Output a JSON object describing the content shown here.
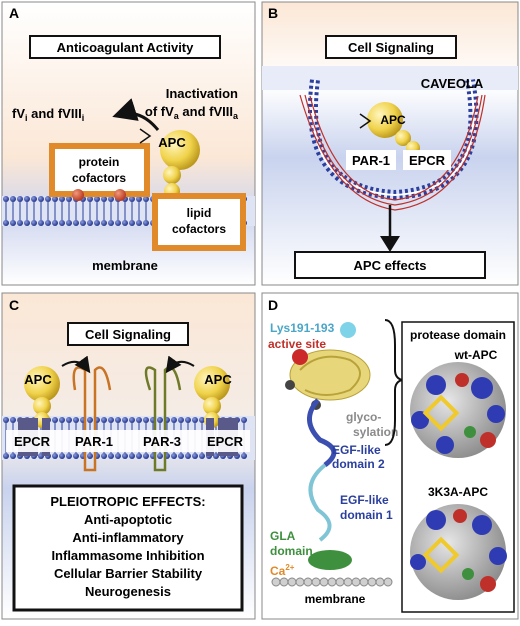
{
  "panels": {
    "a": {
      "letter": "A",
      "title": "Anticoagulant Activity",
      "inactivation_line1": "Inactivation",
      "inactivation_of": "of fV",
      "inactivation_sub_a": "a",
      "inactivation_and": " and fVIII",
      "inactivation_sub_a2": "a",
      "product_fv": "fV",
      "product_sub_i": "i",
      "product_and": " and fVIII",
      "product_sub_i2": "i",
      "protein_cofactors_line1": "protein",
      "protein_cofactors_line2": "cofactors",
      "apc_label": "APC",
      "lipid_cofactors_line1": "lipid",
      "lipid_cofactors_line2": "cofactors",
      "membrane_label": "membrane"
    },
    "b": {
      "letter": "B",
      "title": "Cell Signaling",
      "caveola_label": "CAVEOLA",
      "apc_label": "APC",
      "par1_label": "PAR-1",
      "epcr_label": "EPCR",
      "effects_label": "APC effects"
    },
    "c": {
      "letter": "C",
      "title": "Cell Signaling",
      "apc_left": "APC",
      "apc_right": "APC",
      "epcr_left": "EPCR",
      "par1_label": "PAR-1",
      "par3_label": "PAR-3",
      "epcr_right": "EPCR",
      "effects_title": "PLEIOTROPIC EFFECTS:",
      "effects": [
        "Anti-apoptotic",
        "Anti-inflammatory",
        "Inflammasome Inhibition",
        "Cellular Barrier Stability",
        "Neurogenesis"
      ]
    },
    "d": {
      "letter": "D",
      "lys_label": "Lys191-193",
      "active_site_label": "active site",
      "glyco_line1": "glyco-",
      "glyco_line2": "sylation",
      "egf2_line1": "EGF-like",
      "egf2_line2": "domain 2",
      "egf1_line1": "EGF-like",
      "egf1_line2": "domain 1",
      "gla_line1": "GLA",
      "gla_line2": "domain",
      "ca_label": "Ca",
      "ca_sup": "2+",
      "membrane_label": "membrane",
      "protease_domain_label": "protease domain",
      "wt_label": "wt-APC",
      "mutant_label": "3K3A-APC"
    }
  },
  "colors": {
    "membrane_orange": "#e08a2a",
    "apc_yellow": "#f0d24a",
    "membrane_blue": "#2a3f9e",
    "receptor_purple": "#5a5a8a",
    "background_blue": "#c9d3ee"
  }
}
